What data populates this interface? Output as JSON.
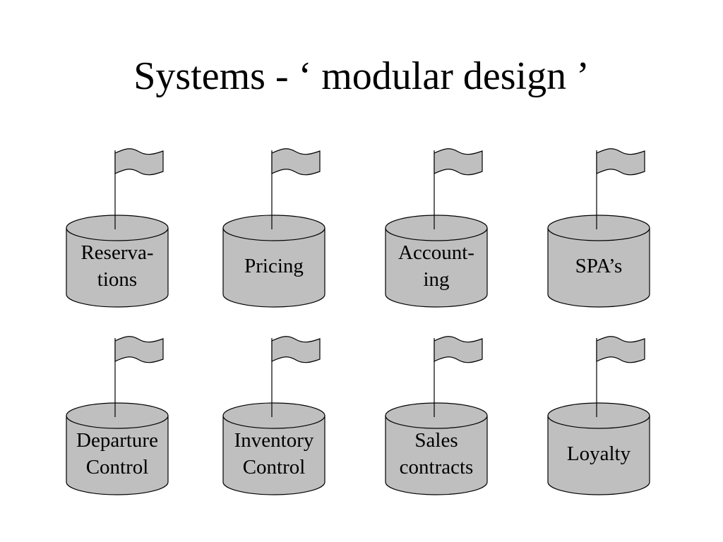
{
  "slide": {
    "title": "Systems - ‘ modular design ’"
  },
  "colors": {
    "module_fill": "#bfbfbf",
    "flag_fill": "#bfbfbf",
    "stroke": "#000000",
    "background": "#ffffff"
  },
  "modules": [
    {
      "id": "reservations",
      "lines": [
        "Reserva-",
        "tions"
      ]
    },
    {
      "id": "pricing",
      "lines": [
        "Pricing"
      ]
    },
    {
      "id": "accounting",
      "lines": [
        "Account-",
        "ing"
      ]
    },
    {
      "id": "spas",
      "lines": [
        "SPA’s"
      ]
    },
    {
      "id": "departure-control",
      "lines": [
        "Departure",
        "Control"
      ]
    },
    {
      "id": "inventory-control",
      "lines": [
        "Inventory",
        "Control"
      ]
    },
    {
      "id": "sales-contracts",
      "lines": [
        "Sales",
        "contracts"
      ]
    },
    {
      "id": "loyalty",
      "lines": [
        "Loyalty"
      ]
    }
  ]
}
